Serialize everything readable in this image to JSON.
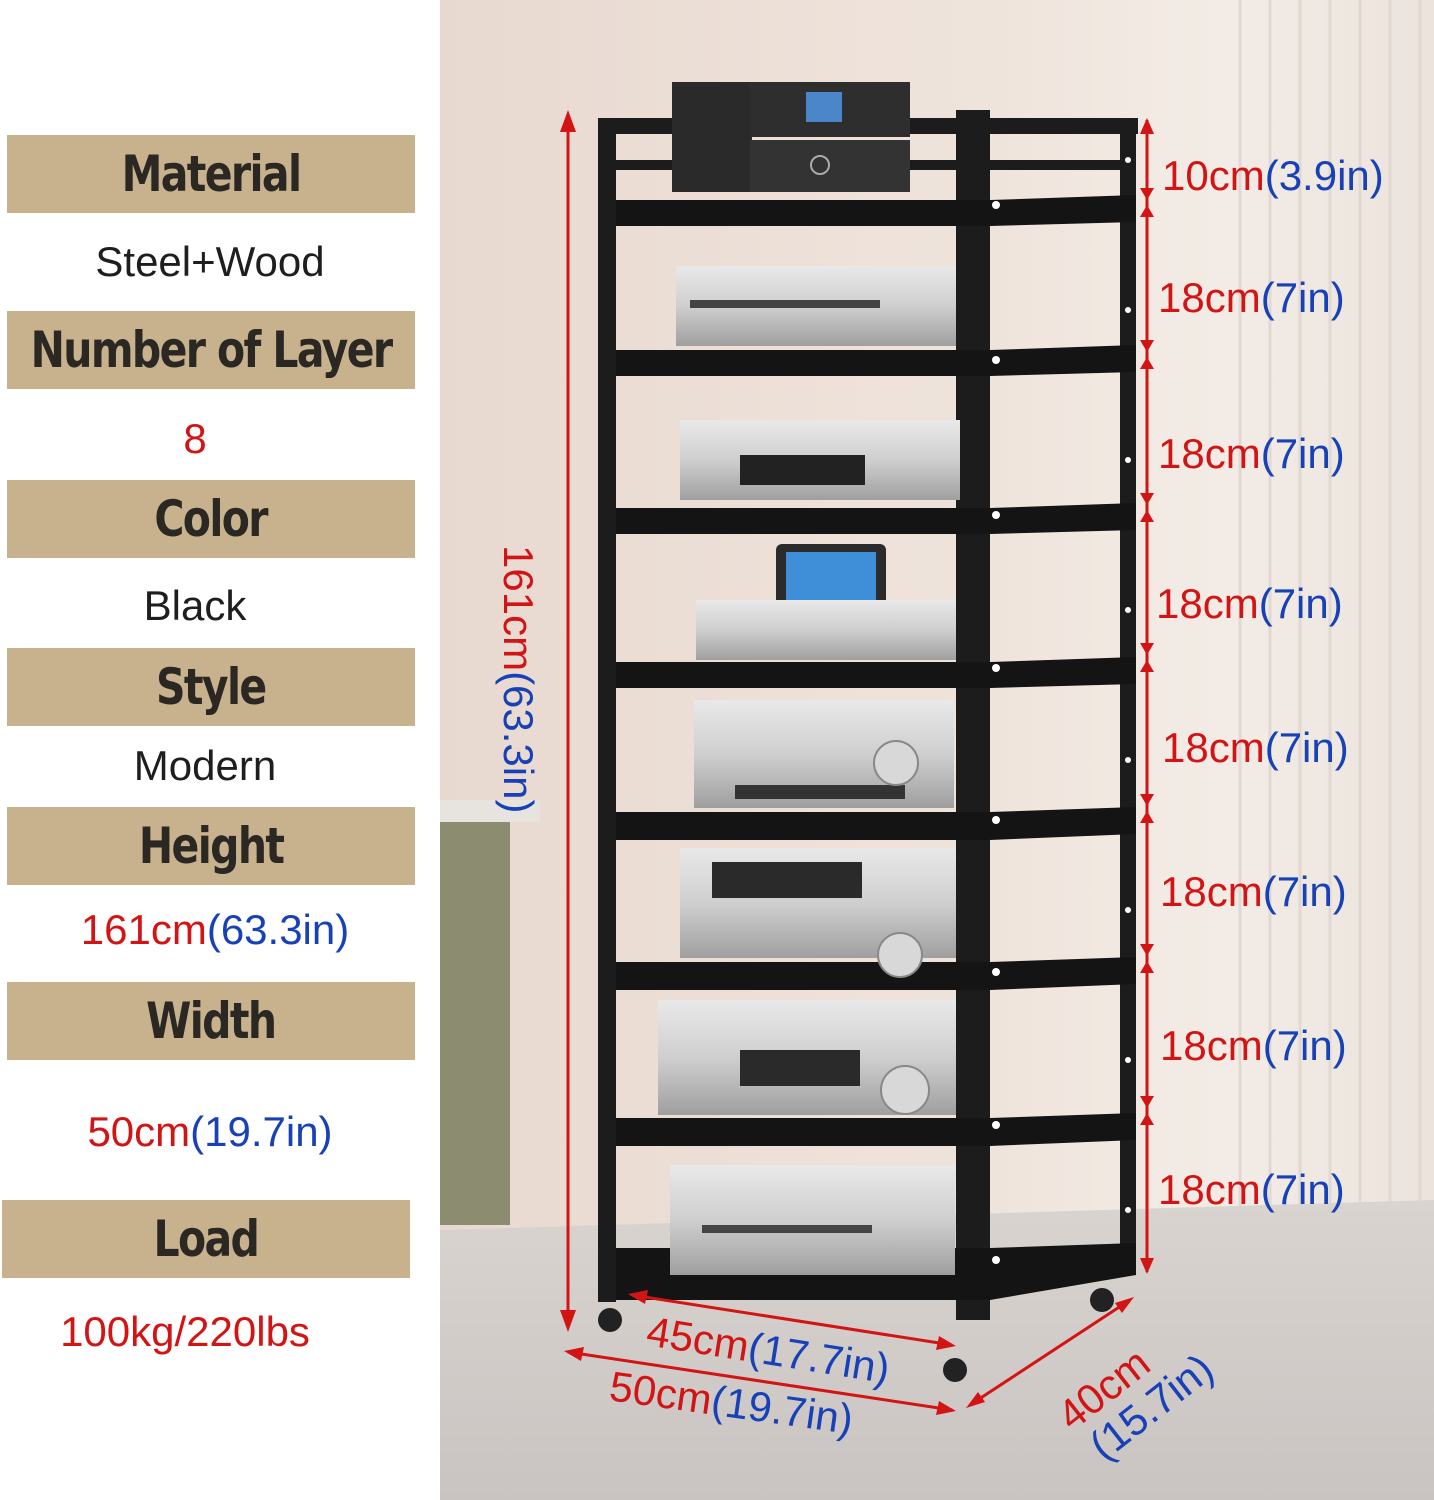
{
  "specs": [
    {
      "label": "Material",
      "value": "Steel+Wood"
    },
    {
      "label": "Number of Layer",
      "value": "8"
    },
    {
      "label": "Color",
      "value": "Black"
    },
    {
      "label": "Style",
      "value": "Modern"
    },
    {
      "label": "Height",
      "value_red": "161cm",
      "value_blue": "(63.3in)"
    },
    {
      "label": "Width",
      "value_red": "50cm",
      "value_blue": "(19.7in)"
    },
    {
      "label": "Load",
      "value": "100kg/220lbs"
    }
  ],
  "dimensions": {
    "height": {
      "red": "161cm",
      "blue": "(63.3in)"
    },
    "top_gap": {
      "red": "10cm",
      "blue": "(3.9in)"
    },
    "shelf_gaps": [
      {
        "red": "18cm",
        "blue": "(7in)"
      },
      {
        "red": "18cm",
        "blue": "(7in)"
      },
      {
        "red": "18cm",
        "blue": "(7in)"
      },
      {
        "red": "18cm",
        "blue": "(7in)"
      },
      {
        "red": "18cm",
        "blue": "(7in)"
      },
      {
        "red": "18cm",
        "blue": "(7in)"
      },
      {
        "red": "18cm",
        "blue": "(7in)"
      }
    ],
    "inner_width": {
      "red": "45cm",
      "blue": "(17.7in)"
    },
    "outer_width": {
      "red": "50cm",
      "blue": "(19.7in)"
    },
    "depth": {
      "red": "40cm",
      "blue": "(15.7in)"
    }
  },
  "colors": {
    "label_bg": "#c8b28e",
    "red": "#d31414",
    "blue": "#1841b8",
    "frame": "#1c1c1c"
  }
}
